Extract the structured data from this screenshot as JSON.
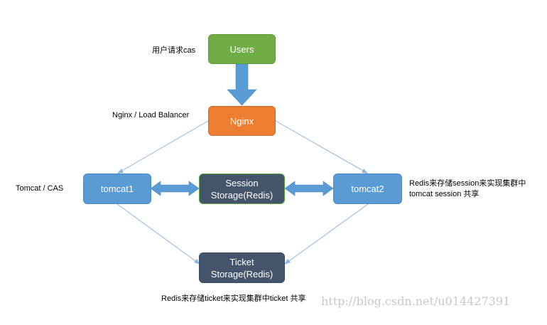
{
  "nodes": {
    "users": "Users",
    "nginx": "Nginx",
    "tomcat1": "tomcat1",
    "tomcat2": "tomcat2",
    "session_line1": "Session",
    "session_line2": "Storage(Redis)",
    "ticket_line1": "Ticket",
    "ticket_line2": "Storage(Redis)"
  },
  "labels": {
    "users_request": "用户请求cas",
    "nginx_lb": "Nginx / Load Balancer",
    "tomcat_cas": "Tomcat / CAS",
    "redis_session_1": "Redis来存储session来实现集群中",
    "redis_session_2": "tomcat session 共享",
    "redis_ticket": "Redis来存储ticket来实现集群中ticket 共享"
  },
  "watermark": "http://blog.csdn.net/u014427391",
  "colors": {
    "users": "#70ad47",
    "nginx": "#ed7d31",
    "tomcat": "#5b9bd5",
    "storage": "#44546a",
    "arrow": "#5b9bd5",
    "line": "#8ab6e0"
  }
}
